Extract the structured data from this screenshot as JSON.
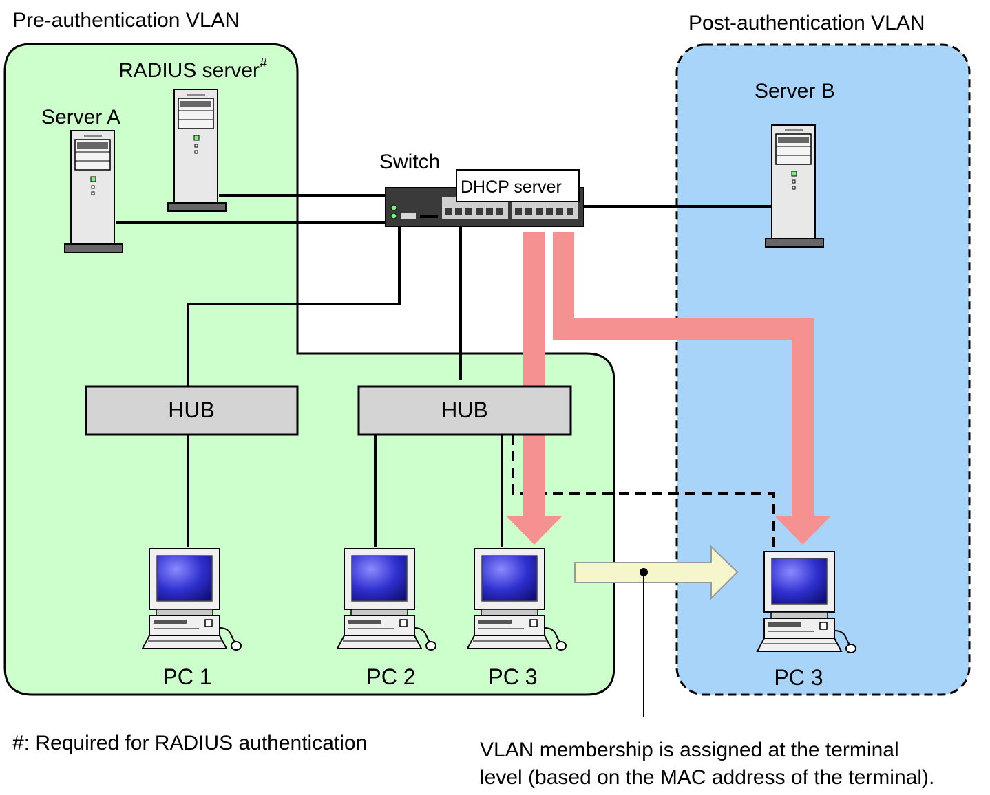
{
  "regions": {
    "pre_auth_title": "Pre-authentication VLAN",
    "post_auth_title": "Post-authentication VLAN"
  },
  "servers": {
    "radius_label": "RADIUS server",
    "radius_mark": "#",
    "server_a_label": "Server A",
    "server_b_label": "Server B"
  },
  "switch": {
    "label": "Switch",
    "dhcp_label": "DHCP server"
  },
  "hubs": [
    "HUB",
    "HUB"
  ],
  "pcs": {
    "pc1": "PC 1",
    "pc2": "PC 2",
    "pc3_pre": "PC 3",
    "pc3_post": "PC 3"
  },
  "footnote": "#: Required for RADIUS authentication",
  "explanation": {
    "line1": "VLAN membership is assigned at the terminal",
    "line2": "level (based on the MAC address of the terminal)."
  },
  "colors": {
    "pre_vlan_fill": "#ccffcc",
    "post_vlan_fill": "#a8d4fa",
    "arrow_red": "#f59190",
    "move_arrow": "#f6f6cc",
    "hub_fill": "#d4d4d4",
    "screen_blue": "#1a1aa0"
  },
  "icons": [
    "server-icon",
    "switch-icon",
    "hub-icon",
    "pc-icon",
    "arrow-icon"
  ]
}
